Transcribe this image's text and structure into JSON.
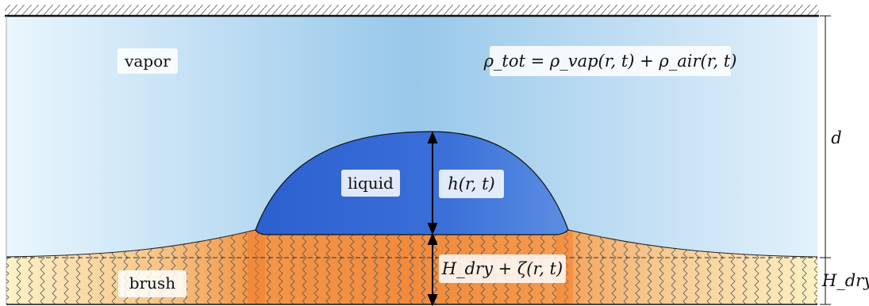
{
  "labels": {
    "vapor": "vapor",
    "liquid": "liquid",
    "brush": "brush",
    "density_equation": "ρ_tot = ρ_vap(r, t) + ρ_air(r, t)",
    "height": "h(r, t)",
    "brush_height": "H_dry + ζ(r, t)",
    "gap_dim": "d",
    "dry_dim": "H_dry"
  },
  "colors": {
    "vapor_center": "#9ac9ea",
    "vapor_edge": "#eaf5fc",
    "liquid": "#3f74d6",
    "brush_center": "#f2883c",
    "brush_edge": "#fbedbd",
    "wall": "#111111"
  }
}
